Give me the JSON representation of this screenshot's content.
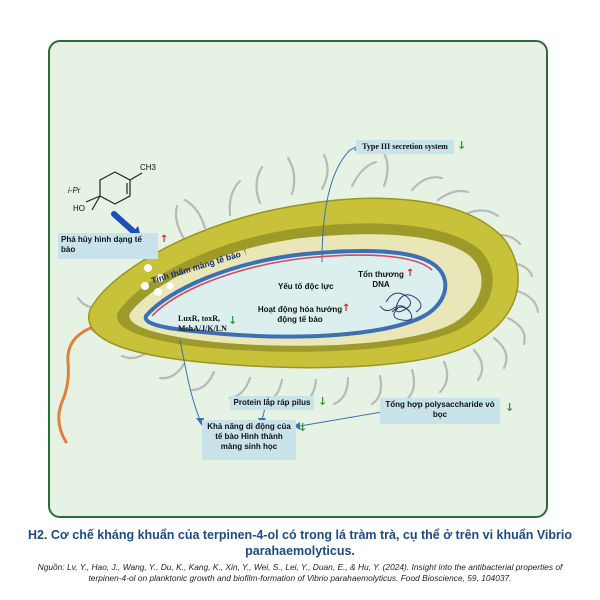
{
  "molecule": {
    "substituent_left": "i-Pr",
    "substituent_bottom": "HO",
    "substituent_top": "CH3"
  },
  "labels": {
    "cell_shape": "Phá hủy hình dạng tế bào",
    "membrane_permeability": "Tính thấm màng tế bào",
    "virulence": "Yếu tố độc lực",
    "dna_damage": "Tổn thương DNA",
    "motility_activity": "Hoạt động hóa hướng động tế bào",
    "genes": "LuxR, toxR, MshA/J/K/LN",
    "t3ss": "Type III secretion system",
    "pilus": "Protein lắp ráp pilus",
    "capsule": "Tổng hợp polysaccharide vỏ bọc",
    "motility_biofilm": "Khả năng di động của tế bào Hình thành màng sinh học"
  },
  "arrows": {
    "up": "↑",
    "down": "↓"
  },
  "caption": {
    "title": "H2. Cơ chế kháng khuẩn của terpinen-4-ol có trong lá tràm trà, cụ thể ở trên vi khuẩn Vibrio parahaemolyticus.",
    "source": "Nguồn: Lv, Y., Hao, J., Wang, Y., Du, K., Kang, K., Xin, Y., Wei, S., Lei, Y., Duan, E., & Hu, Y. (2024). Insight into the antibacterial properties of terpinen-4-ol on planktonic growth and biofilm-formation of Vibrio parahaemolyticus. Food Bioscience, 59, 104037."
  },
  "colors": {
    "card_bg": "#e6f3e4",
    "card_border": "#2f6b3a",
    "outer_wall": "#c8c23a",
    "inner_wall": "#e9e7b8",
    "membrane_blue": "#3d6fb5",
    "membrane_red": "#d8475a",
    "cytoplasm": "#dcefef",
    "flagellum": "#e0803a",
    "label_box": "#c9e3ea",
    "title_blue": "#1c4a86"
  }
}
